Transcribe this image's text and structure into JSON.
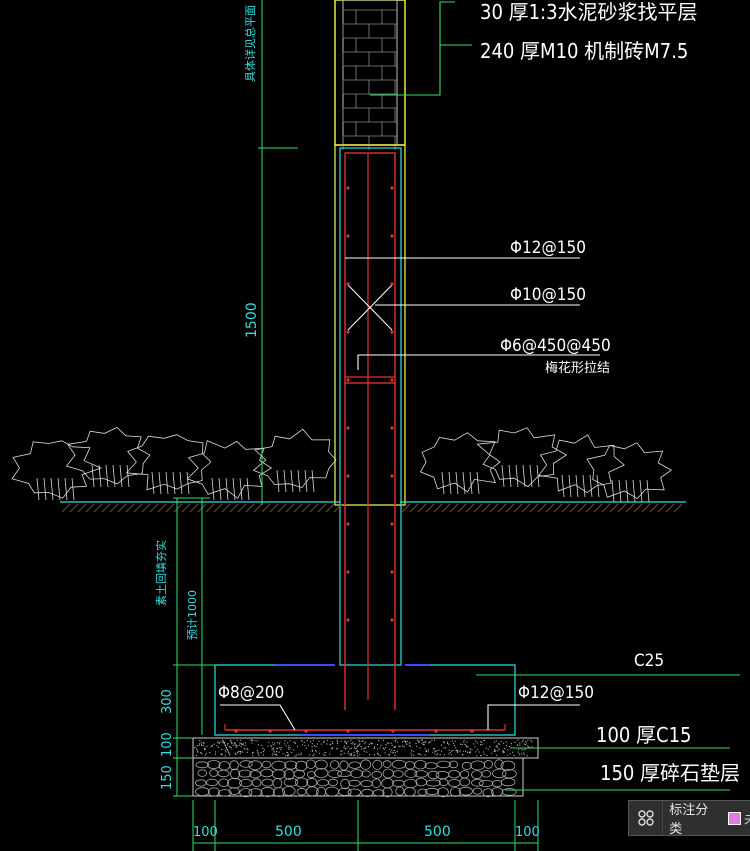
{
  "annotations": {
    "plaster": "30 厚1:3水泥砂浆找平层",
    "brick": "240 厚M10 机制砖M7.5",
    "rebar_v": "Φ12@150",
    "rebar_h": "Φ10@150",
    "tie": "Φ6@450@450",
    "tie_note": "梅花形拉结",
    "concrete": "C25",
    "footing_left": "Φ8@200",
    "footing_right": "Φ12@150",
    "c15": "100  厚C15",
    "gravel": "150  厚碎石垫层",
    "wall_note": "具体详见总平面",
    "backfill": "素土回填夯实",
    "depth_note": "预计1000"
  },
  "dims": {
    "h1500": "1500",
    "h300": "300",
    "h100": "100",
    "h150": "150",
    "w": [
      "100",
      "500",
      "500",
      "100"
    ]
  },
  "panel": {
    "label": "标注分类",
    "cut": "未"
  },
  "colors": {
    "cyan": "#2fe0e0",
    "green": "#2fe06a",
    "red": "#e03030",
    "yellow": "#e8e84a",
    "white": "#ffffff"
  }
}
